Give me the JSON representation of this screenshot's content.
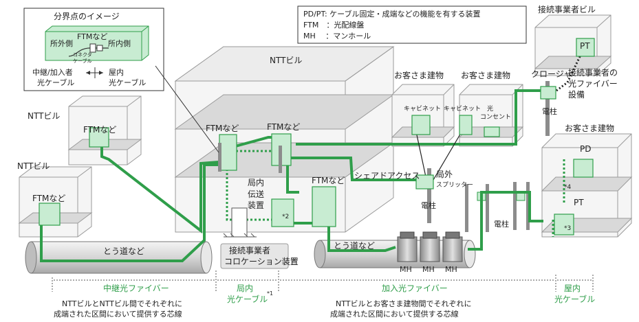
{
  "colors": {
    "green": "#2f9e4a",
    "green_light": "#c8ecd2",
    "gray_box": "#f0f0f0",
    "gray_line": "#8c8c8c",
    "label_green": "#2f9e4a"
  },
  "legend": {
    "line1": "PD/PT: ケーブル固定・成端などの機能を有する装置",
    "line2": "FTM　：光配線盤",
    "line3": "MH　 ：マンホール"
  },
  "inset": {
    "title": "分界点のイメージ",
    "ftm": "FTMなど",
    "outside": "所外側",
    "inside": "所内側",
    "connector_1": "コネクタ",
    "connector_2": "ケーブル",
    "relay_1": "中継/加入者",
    "relay_2": "光ケーブル",
    "indoor_1": "屋内",
    "indoor_2": "光ケーブル"
  },
  "buildings": {
    "ntt_main": "NTTビル",
    "ntt_mid": "NTTビル",
    "ntt_left": "NTTビル",
    "customer_a": "お客さま建物",
    "customer_b": "お客さま建物",
    "customer_c": "お客さま建物",
    "operator": "接続事業者ビル"
  },
  "labels": {
    "ftm_mid": "FTMなど",
    "ftm_left": "FTMなど",
    "ftm_main_1": "FTMなど",
    "ftm_main_2": "FTMなど",
    "ftm_main_3": "FTMなど",
    "equipment_1": "局内",
    "equipment_2": "伝送",
    "equipment_3": "装置",
    "star2": "*2",
    "cabinet_a": "キャビネット",
    "cabinet_b": "キャビネット",
    "outlet_1": "光",
    "outlet_2": "コンセント",
    "pt_operator": "PT",
    "closure": "クロージャ",
    "operator_eq_1": "接続事業者の",
    "operator_eq_2": "光ファイバー",
    "operator_eq_3": "設備",
    "pole_1": "電柱",
    "pole_2": "電柱",
    "pole_3": "電柱",
    "shared_access": "シェアドアクセス",
    "splitter_1": "局外",
    "splitter_2": "スプリッター",
    "pd": "PD",
    "pt": "PT",
    "star3": "*3",
    "star4": "*4",
    "conduit_left": "とう道など",
    "conduit_right": "とう道など",
    "mh1": "MH",
    "mh2": "MH",
    "mh3": "MH",
    "colocation_1": "接続事業者",
    "colocation_2": "コロケーション装置"
  },
  "sections": {
    "relay_title": "中継光ファイバー",
    "relay_desc_1": "NTTビルとNTTビル間でそれぞれに",
    "relay_desc_2": "成端された区間において提供する芯線",
    "office_title_1": "局内",
    "office_title_2": "光ケーブル",
    "office_star": "*1",
    "sub_title": "加入光ファイバー",
    "sub_desc_1": "NTTビルとお客さま建物間でそれぞれに",
    "sub_desc_2": "成端された区間において提供する芯線",
    "indoor_title_1": "屋内",
    "indoor_title_2": "光ケーブル"
  }
}
